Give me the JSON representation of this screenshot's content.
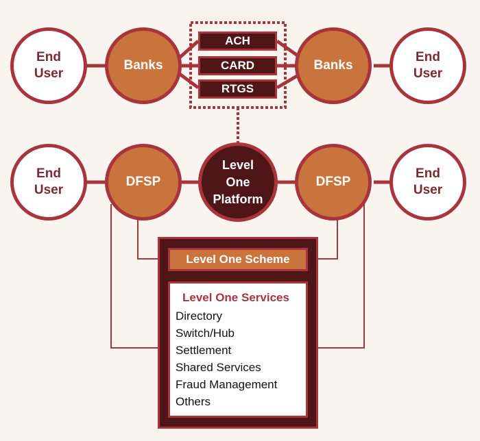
{
  "top_row": {
    "left_user": "End\nUser",
    "left_bank": "Banks",
    "rails": [
      "ACH",
      "CARD",
      "RTGS"
    ],
    "right_bank": "Banks",
    "right_user": "End\nUser"
  },
  "bottom_row": {
    "left_user": "End\nUser",
    "left_dfsp": "DFSP",
    "platform": "Level\nOne\nPlatform",
    "right_dfsp": "DFSP",
    "right_user": "End\nUser"
  },
  "scheme": {
    "title": "Level One Scheme",
    "services_title": "Level One Services",
    "services": [
      "Directory",
      "Switch/Hub",
      "Settlement",
      "Shared Services",
      "Fraud Management",
      "Others"
    ]
  },
  "colors": {
    "primary_red": "#a8343e",
    "dark_maroon": "#4e1616",
    "orange": "#c9743c",
    "background": "#faf4ef"
  }
}
